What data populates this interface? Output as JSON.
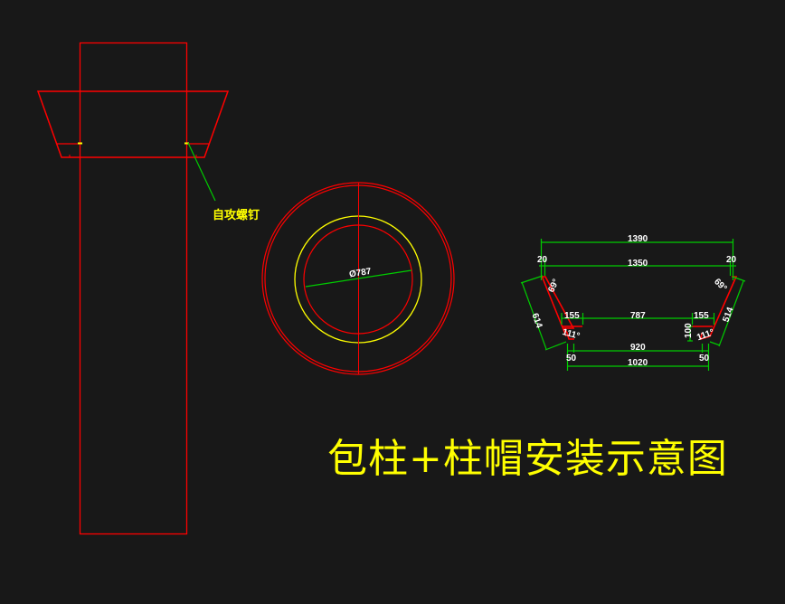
{
  "drawing": {
    "title": "包柱+柱帽安装示意图",
    "background": "#181818",
    "colors": {
      "outline": "#ff0000",
      "dimension": "#00cc00",
      "annotation": "#ffff00",
      "text": "#ffffff"
    },
    "elevation_view": {
      "callout_label": "自攻螺钉"
    },
    "plan_view": {
      "diameter_label": "Ø787"
    },
    "profile_view": {
      "dims": {
        "overall_top": "1390",
        "inner_top": "1350",
        "left_edge": "20",
        "right_edge": "20",
        "left_slope": "614",
        "right_slope": "514",
        "left_angle": "69°",
        "right_angle": "69°",
        "left_flange": "155",
        "center_span": "787",
        "right_flange": "155",
        "left_bottom_angle": "111°",
        "right_bottom_angle": "111°",
        "flange_height": "100",
        "bottom_inner": "920",
        "left_lip": "50",
        "right_lip": "50",
        "bottom_overall": "1020"
      }
    }
  }
}
